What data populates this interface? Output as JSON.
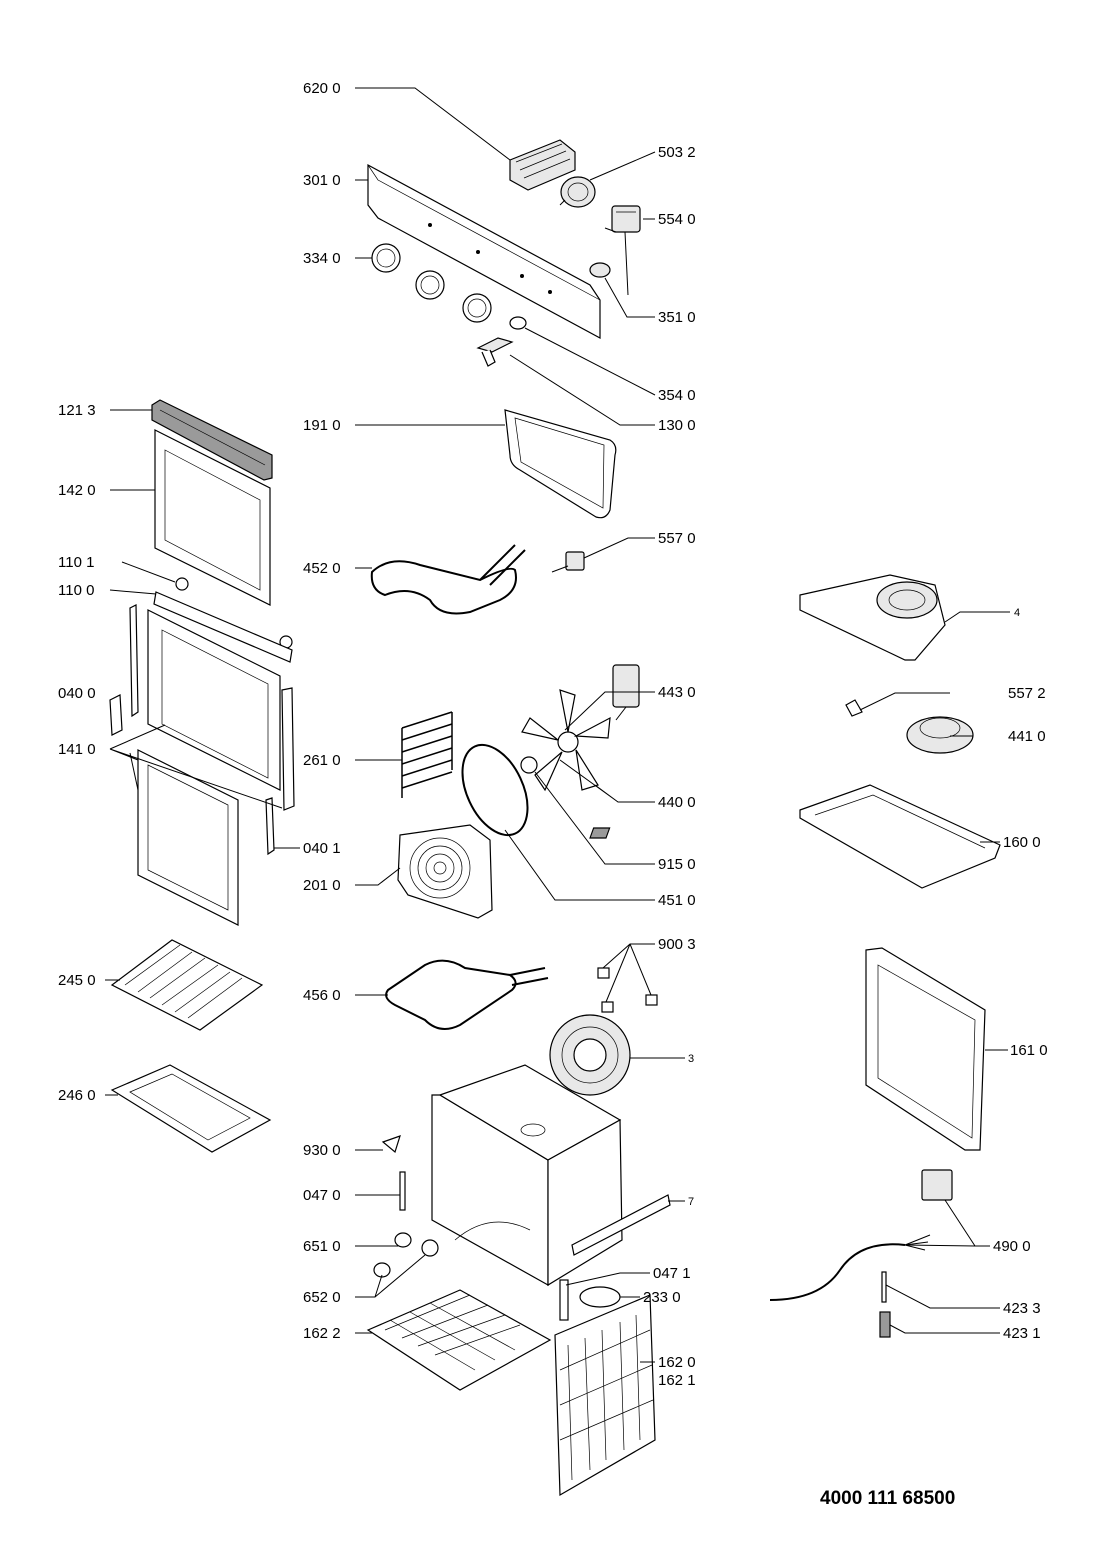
{
  "document_number": "4000 111 68500",
  "part_labels": {
    "p6200": "620 0",
    "p3010": "301 0",
    "p5032": "503 2",
    "p5540": "554 0",
    "p3340": "334 0",
    "p3510": "351 0",
    "p3540": "354 0",
    "p1213": "121 3",
    "p1910": "191 0",
    "p1300": "130 0",
    "p1420": "142 0",
    "p4520": "452 0",
    "p5570": "557 0",
    "p1101": "110 1",
    "p1100": "110 0",
    "p4": "4",
    "p0400": "040 0",
    "p4430": "443 0",
    "p5572": "557 2",
    "p4410": "441 0",
    "p1410": "141 0",
    "p2610": "261 0",
    "p4400": "440 0",
    "p1600": "160 0",
    "p0401": "040 1",
    "p9150": "915 0",
    "p2010": "201 0",
    "p4510": "451 0",
    "p9003": "900 3",
    "p2450": "245 0",
    "p4560": "456 0",
    "p3": "3",
    "p1610": "161 0",
    "p2460": "246 0",
    "p9300": "930 0",
    "p0470": "047 0",
    "p7": "7",
    "p6510": "651 0",
    "p4900": "490 0",
    "p0471": "047 1",
    "p6520": "652 0",
    "p2330": "233 0",
    "p4233": "423 3",
    "p1622": "162 2",
    "p4231": "423 1",
    "p1620": "162 0",
    "p1621": "162 1"
  }
}
